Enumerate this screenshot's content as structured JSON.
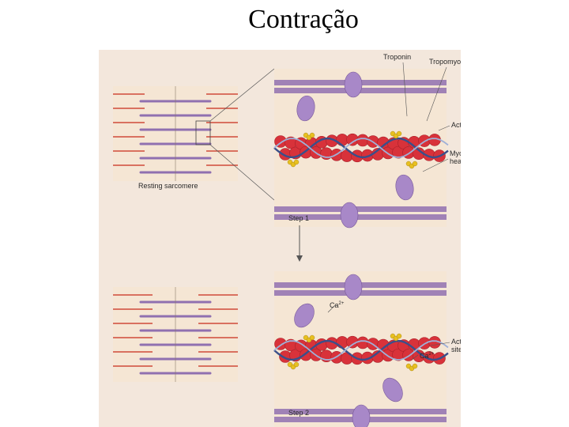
{
  "title": "Contração",
  "figure": {
    "caption_resting": "Resting sarcomere",
    "step1": "Step 1",
    "step2": "Step 2",
    "labels": {
      "troponin": "Troponin",
      "tropomyosin": "Tropomyosin",
      "actin": "Actin",
      "myosin_head_1": "Myosin",
      "myosin_head_2": "head",
      "ca_top": "Ca",
      "ca_bottom": "Ca",
      "ca_sup": "2+",
      "active_site_1": "Active",
      "active_site_2": "site"
    },
    "colors": {
      "background": "#f3e7dc",
      "panel_bg": "#f5e6d4",
      "actin": "#d8323a",
      "troponin": "#e8c020",
      "myosin": "#a888c8",
      "thick_filament": "#9070b0",
      "thin_line": "#d04a3a",
      "tropomyosin": "#3a4f8a"
    }
  }
}
